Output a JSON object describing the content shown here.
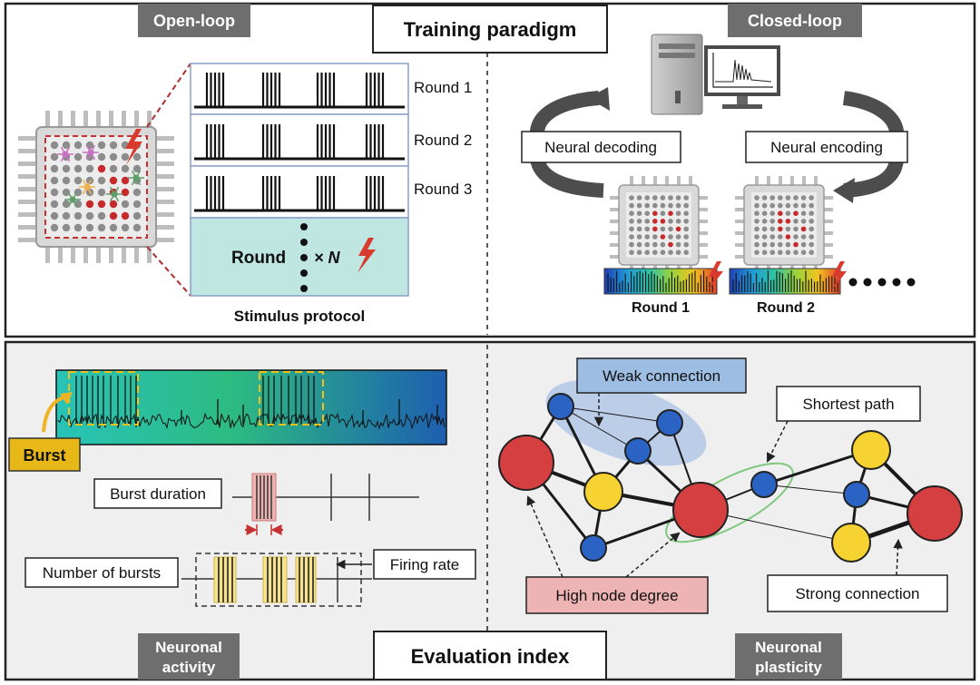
{
  "top_panel": {
    "title": "Training paradigm",
    "open_loop": {
      "tag": "Open-loop",
      "rounds": [
        "Round 1",
        "Round 2",
        "Round 3"
      ],
      "round_n_word": "Round",
      "round_n_multiplier": "× N",
      "caption": "Stimulus protocol"
    },
    "closed_loop": {
      "tag": "Closed-loop",
      "decoding_label": "Neural decoding",
      "encoding_label": "Neural encoding",
      "round_labels": [
        "Round 1",
        "Round 2"
      ]
    }
  },
  "bottom_panel": {
    "title": "Evaluation index",
    "activity": {
      "tag_line1": "Neuronal",
      "tag_line2": "activity",
      "burst_label": "Burst",
      "burst_duration_label": "Burst duration",
      "number_of_bursts_label": "Number of bursts",
      "firing_rate_label": "Firing rate"
    },
    "plasticity": {
      "tag_line1": "Neuronal",
      "tag_line2": "plasticity",
      "weak_connection_label": "Weak connection",
      "shortest_path_label": "Shortest path",
      "high_node_degree_label": "High node degree",
      "strong_connection_label": "Strong connection"
    }
  },
  "colors": {
    "tag_bg": "#6e6e6e",
    "frame": "#222222",
    "protocol_bg": "#ffffff",
    "protocol_border": "#8aa0c8",
    "round_n_bg": "#bfe6e0",
    "lightning": "#d83a2e",
    "burst_tag": "#e8b818",
    "node_red": "#d63f3f",
    "node_yellow": "#f6d330",
    "node_blue": "#2a63c4",
    "weak_box": "#9dbde3",
    "high_degree_box": "#eeb3b3",
    "panel_bottom_bg": "#efefef"
  }
}
